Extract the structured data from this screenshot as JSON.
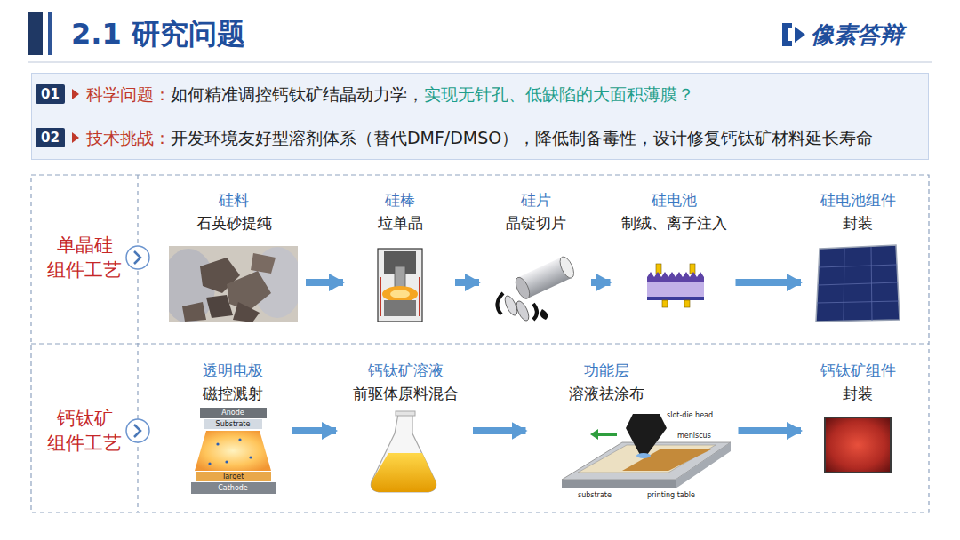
{
  "diagram": {
    "title": "2.1 研究问题",
    "nodes": [
      {
        "text": [
          "01",
          "科学问题：",
          "如何精准调控钙钛矿结晶动力学，",
          "实现无针孔、低缺陷的大面积薄膜？",
          "02",
          "技术挑战：",
          "开发环境友好型溶剂体系（替代DMF/DMSO），降低制备毒性，设计修复钙钛矿材料延长寿命"
        ]
      },
      {
        "text": [
          "单晶硅 组件工艺"
        ]
      },
      {
        "text": [
          "硅料",
          "石英砂提纯"
        ]
      },
      {
        "text": [
          "硅棒",
          "垃单晶"
        ]
      },
      {
        "text": [
          "硅片",
          "晶锭切片"
        ]
      },
      {
        "text": [
          "硅电池",
          "制绒、离子注入"
        ]
      },
      {
        "text": [
          "硅电池组件",
          "封装"
        ]
      },
      {
        "text": [
          "钙钛矿 组件工艺"
        ]
      },
      {
        "text": [
          "透明电极",
          "磁控溅射"
        ]
      },
      {
        "text": [
          "钙钛矿溶液",
          "前驱体原料混合"
        ]
      },
      {
        "text": [
          "功能层",
          "溶液祛涂布"
        ]
      },
      {
        "text": [
          "钙钛矿组件",
          "封装"
        ]
      }
    ],
    "edges": [
      {
        "from": 2,
        "to": 3,
        "arrow": "to"
      },
      {
        "from": 3,
        "to": 4,
        "arrow": "to"
      },
      {
        "from": 4,
        "to": 5,
        "arrow": "to"
      },
      {
        "from": 5,
        "to": 6,
        "arrow": "to"
      },
      {
        "from": 8,
        "to": 9,
        "arrow": "to"
      },
      {
        "from": 9,
        "to": 10,
        "arrow": "to"
      },
      {
        "from": 10,
        "to": 11,
        "arrow": "to"
      }
    ],
    "labels": [
      "像素答辩",
      "Anode",
      "Substrate",
      "Target",
      "Cathode",
      "slot-die head",
      "meniscus",
      "substrate",
      "printing table"
    ]
  }
}
